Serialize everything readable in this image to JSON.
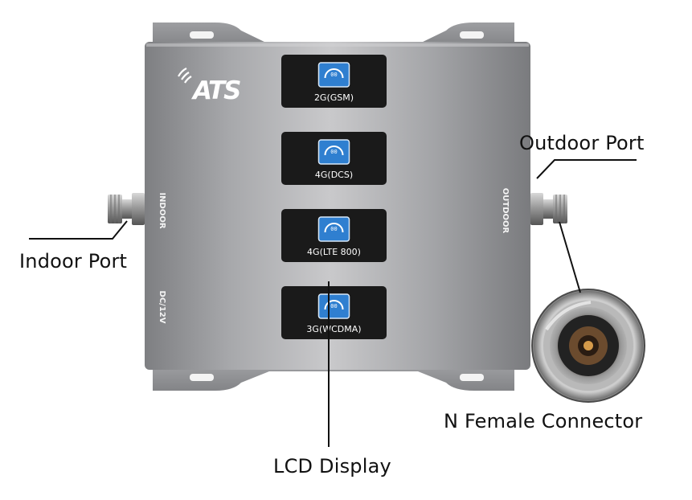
{
  "device": {
    "brand_logo": "ATS",
    "band_panels": [
      {
        "label": "2G(GSM)",
        "display_value": "00"
      },
      {
        "label": "4G(DCS)",
        "display_value": "00"
      },
      {
        "label": "4G(LTE 800)",
        "display_value": "00"
      },
      {
        "label": "3G(WCDMA)",
        "display_value": "00"
      }
    ],
    "side_labels": {
      "indoor": "INDOOR",
      "power": "DC/12V",
      "outdoor": "OUTDOOR"
    }
  },
  "callouts": {
    "outdoor_port": "Outdoor Port",
    "indoor_port": "Indoor Port",
    "n_female_connector": "N Female Connector",
    "lcd_display": "LCD Display"
  },
  "colors": {
    "panel_bg": "#1a1a1a",
    "screen_blue": "#2f7fd0",
    "body_gray": "#8e8f91",
    "leader_line": "#111111"
  }
}
